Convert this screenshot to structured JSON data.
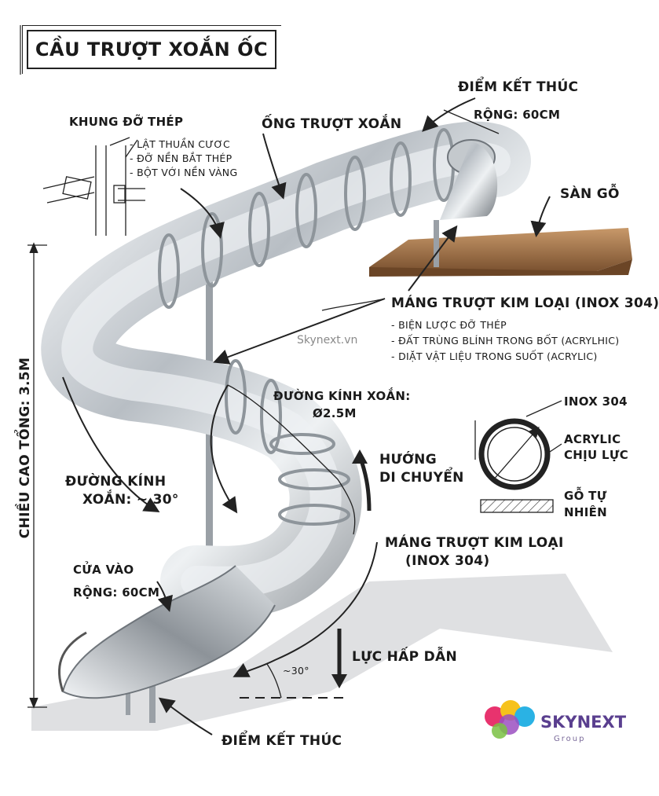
{
  "title": "CẦU TRƯỢT XOẮN ỐC",
  "watermark": "Skynext.vn",
  "labels": {
    "steel_frame": "KHUNG ĐỠ THÉP",
    "steel_frame_items": [
      "- LẬT THUẦN CƯƠC",
      "- ĐỠ NỀN BẮT THÉP",
      "- BỘT VỚI NỀN VÀNG"
    ],
    "spiral_tube": "ỐNG TRƯỢT XOẮN",
    "end_point_top": "ĐIỂM KẾT THÚC",
    "width_top": "RỘNG: 60CM",
    "wood_floor": "SÀN GỖ",
    "metal_slide_top": "MÁNG TRƯỢT KIM LOẠI (INOX 304)",
    "metal_slide_items": [
      "- BIỆN LƯỢC ĐỠ THÉP",
      "- ĐẤT TRÙNG BLÍNH TRONG BỐT (ACRYLHIC)",
      "- DIẶT VẬT LIỆU TRONG SUỐT (ACRYLIC)"
    ],
    "spiral_diameter": "ĐƯỜNG KÍNH XOẮN:",
    "spiral_diameter_value": "Ø2.5M",
    "inox": "INOX 304",
    "acrylic_1": "ACRYLIC",
    "acrylic_2": "CHỊU LỰC",
    "direction_1": "HƯỚNG",
    "direction_2": "DI CHUYỂN",
    "wood_1": "GỖ TỰ",
    "wood_2": "NHIÊN",
    "spiral_angle_1": "ĐƯỜNG KÍNH",
    "spiral_angle_2": "XOẮN: ~ 30°",
    "total_height": "CHIỀU CAO TỔNG: 3.5M",
    "metal_slide_mid_1": "MÁNG TRƯỢT KIM LOẠI",
    "metal_slide_mid_2": "(INOX 304)",
    "entrance_1": "CỬA VÀO",
    "entrance_2": "RỘNG: 60CM",
    "gravity": "LỰC HẤP DẪN",
    "angle": "~30°",
    "end_point_bottom": "ĐIỂM KẾT THÚC"
  },
  "logo": {
    "text": "SKYNEXT",
    "sub": "Group"
  },
  "colors": {
    "steel_light": "#e8ebee",
    "steel_dark": "#6f757b",
    "wood": "#a9784a",
    "shadow": "#d6d8da"
  }
}
